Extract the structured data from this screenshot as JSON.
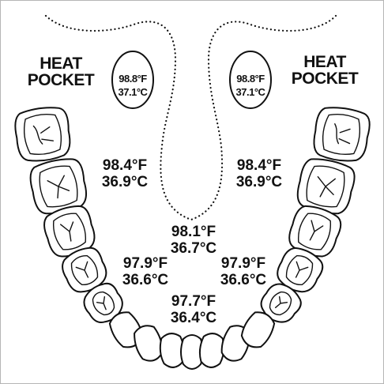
{
  "heat_pocket_left": {
    "line1": "HEAT",
    "line2": "POCKET"
  },
  "heat_pocket_right": {
    "line1": "HEAT",
    "line2": "POCKET"
  },
  "pocket_oval_left": {
    "f": "98.8°F",
    "c": "37.1°C"
  },
  "pocket_oval_right": {
    "f": "98.8°F",
    "c": "37.1°C"
  },
  "readings": {
    "left_upper": {
      "f": "98.4°F",
      "c": "36.9°C"
    },
    "right_upper": {
      "f": "98.4°F",
      "c": "36.9°C"
    },
    "center": {
      "f": "98.1°F",
      "c": "36.7°C"
    },
    "left_lower": {
      "f": "97.9°F",
      "c": "36.6°C"
    },
    "right_lower": {
      "f": "97.9°F",
      "c": "36.6°C"
    },
    "front": {
      "f": "97.7°F",
      "c": "36.4°C"
    }
  },
  "colors": {
    "line": "#111111",
    "background": "#ffffff",
    "frame": "#999999"
  }
}
